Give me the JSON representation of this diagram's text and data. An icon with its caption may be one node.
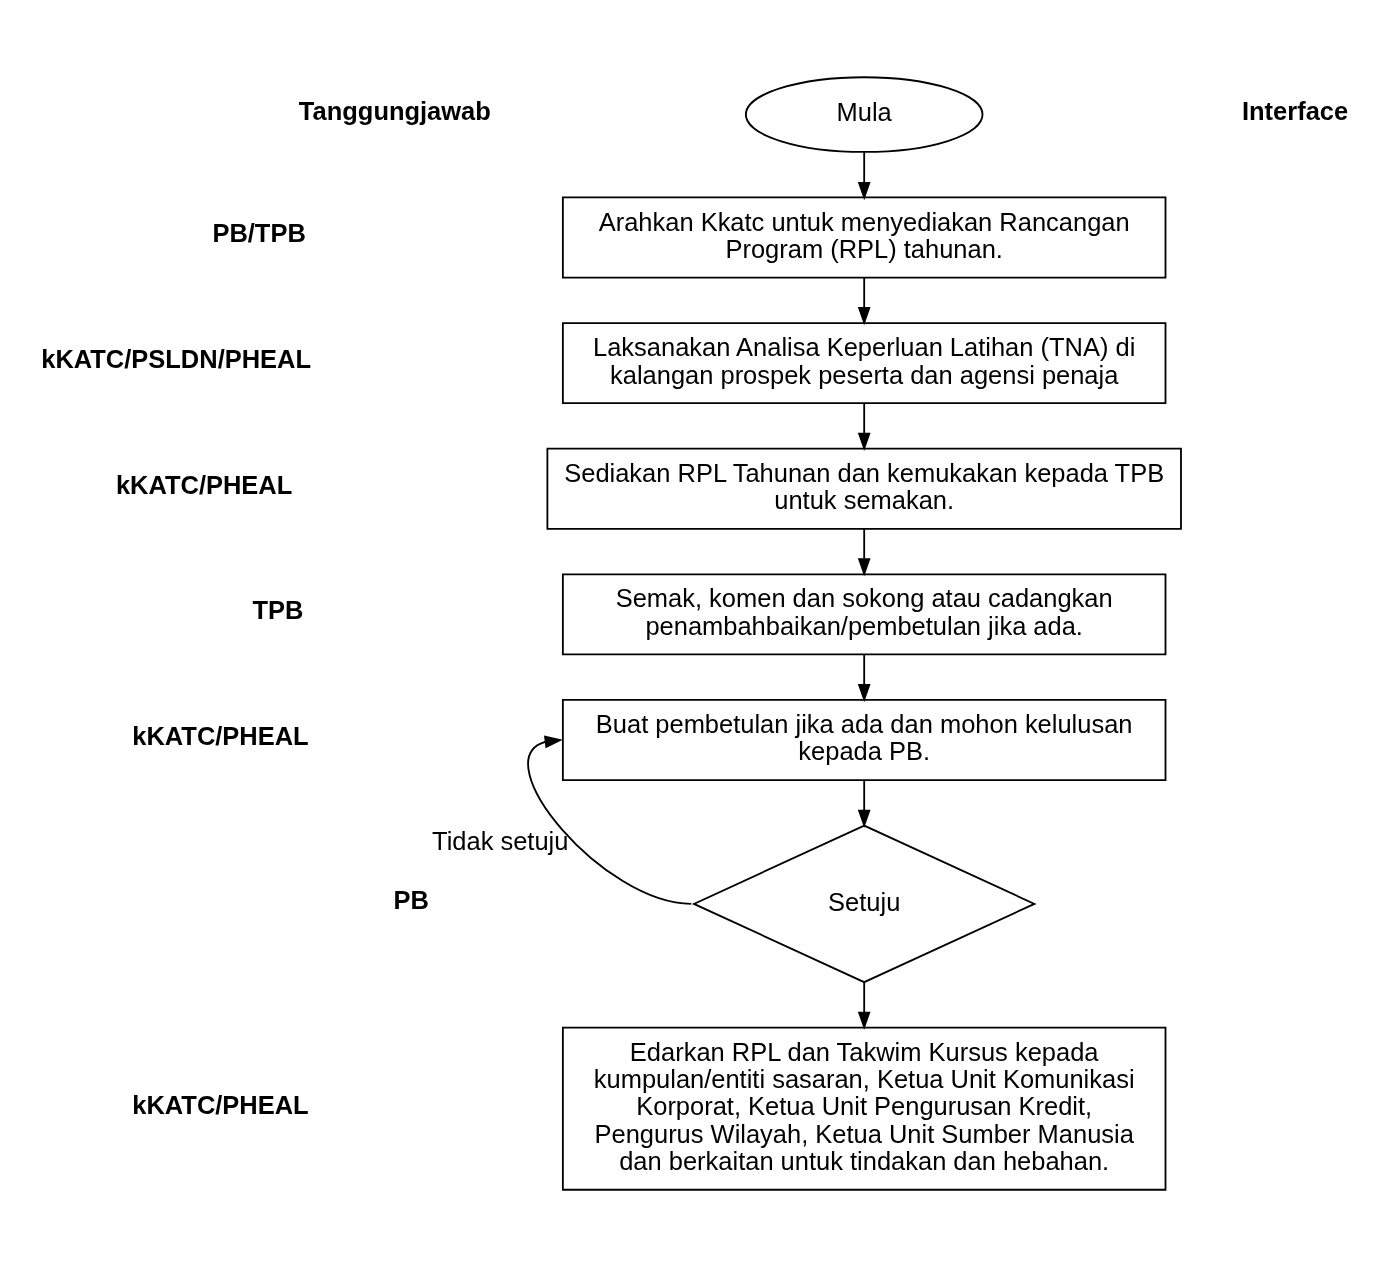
{
  "diagram": {
    "nodes": [
      {
        "text": [
          "Mula"
        ]
      },
      {
        "text": [
          "Arahkan Kkatc untuk menyediakan Rancangan Program (RPL) tahunan."
        ]
      },
      {
        "text": [
          "Laksanakan Analisa Keperluan Latihan (TNA) di kalangan prospek peserta dan agensi penaja"
        ]
      },
      {
        "text": [
          "Sediakan RPL Tahunan dan kemukakan kepada TPB untuk semakan."
        ]
      },
      {
        "text": [
          "Semak, komen dan sokong atau cadangkan penambahbaikan/pembetulan jika ada."
        ]
      },
      {
        "text": [
          "Buat pembetulan jika ada dan mohon kelulusan kepada PB."
        ]
      },
      {
        "text": [
          "Setuju"
        ]
      },
      {
        "text": [
          "Edarkan RPL dan Takwim Kursus kepada kumpulan/entiti sasaran, Ketua Unit Komunikasi Korporat, Ketua Unit Pengurusan Kredit, Pengurus Wilayah, Ketua Unit Sumber Manusia dan berkaitan untuk tindakan dan hebahan."
        ]
      }
    ],
    "edges": [
      {
        "from": 0,
        "to": 1,
        "arrow": "to"
      },
      {
        "from": 1,
        "to": 2,
        "arrow": "to"
      },
      {
        "from": 2,
        "to": 3,
        "arrow": "to"
      },
      {
        "from": 3,
        "to": 4,
        "arrow": "to"
      },
      {
        "from": 4,
        "to": 5,
        "arrow": "to"
      },
      {
        "from": 5,
        "to": 6,
        "arrow": "to"
      },
      {
        "from": 6,
        "to": 5,
        "label": "Tidak setuju",
        "arrow": "to"
      },
      {
        "from": 6,
        "to": 7,
        "arrow": "to"
      }
    ],
    "labels": [
      "Tanggungjawab",
      "Interface",
      "PB/TPB",
      "kKATC/PSLDN/PHEAL",
      "kKATC/PHEAL",
      "TPB",
      "kKATC/PHEAL",
      "PB",
      "kKATC/PHEAL"
    ]
  }
}
